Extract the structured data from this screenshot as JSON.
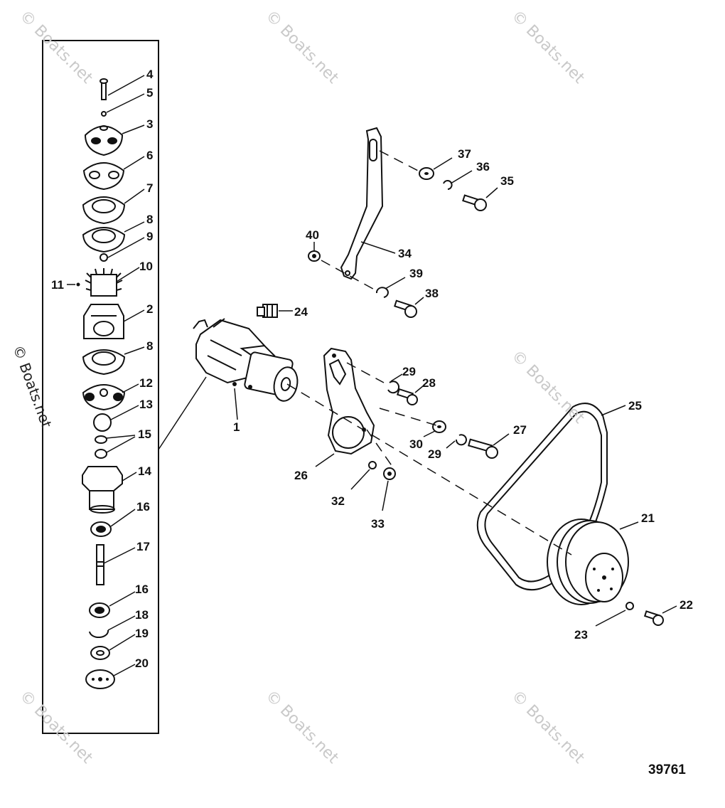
{
  "watermark_text": "© Boats.net",
  "drawing_number": "39761",
  "callouts": {
    "c1": "1",
    "c2": "2",
    "c3": "3",
    "c4": "4",
    "c5": "5",
    "c6": "6",
    "c7": "7",
    "c8a": "8",
    "c8b": "8",
    "c9": "9",
    "c10": "10",
    "c11": "11",
    "c12": "12",
    "c13": "13",
    "c14": "14",
    "c15": "15",
    "c16a": "16",
    "c16b": "16",
    "c17": "17",
    "c18": "18",
    "c19": "19",
    "c20": "20",
    "c21": "21",
    "c22": "22",
    "c23": "23",
    "c24": "24",
    "c25": "25",
    "c26": "26",
    "c27": "27",
    "c28": "28",
    "c29a": "29",
    "c29b": "29",
    "c30": "30",
    "c32": "32",
    "c33": "33",
    "c34": "34",
    "c35": "35",
    "c36": "36",
    "c37": "37",
    "c38": "38",
    "c39": "39",
    "c40": "40"
  }
}
